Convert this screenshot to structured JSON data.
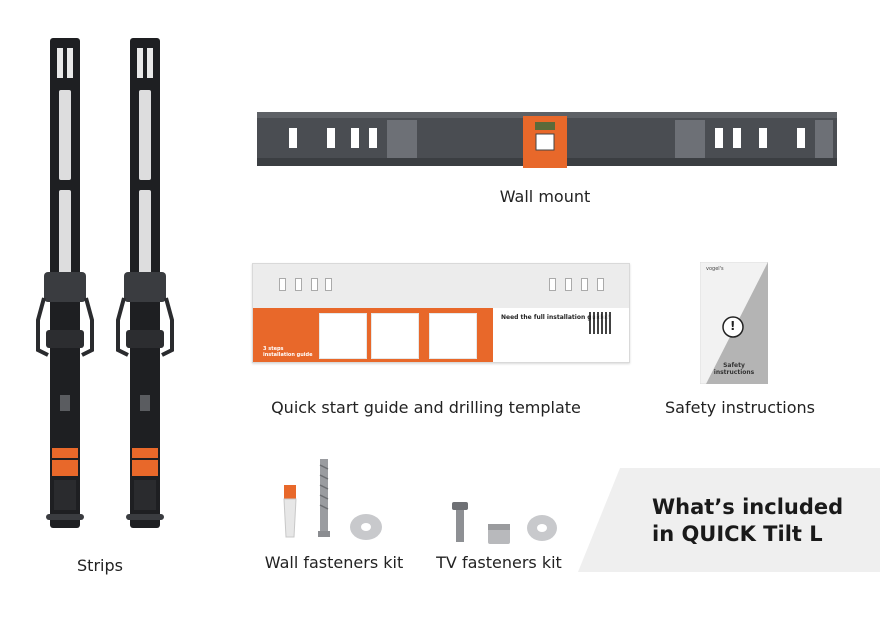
{
  "labels": {
    "strips": "Strips",
    "wall_mount": "Wall mount",
    "quick_start": "Quick start guide and drilling template",
    "safety": "Safety instructions",
    "wall_fasteners": "Wall fasteners kit",
    "tv_fasteners": "TV fasteners kit"
  },
  "included": {
    "line1": "What’s included",
    "line2": "in QUICK Tilt L"
  },
  "guide": {
    "caption_line1": "3 steps",
    "caption_line2": "installation guide",
    "heading": "Need the full installation guide?"
  },
  "booklet": {
    "brand": "vogel's",
    "title_line1": "Safety",
    "title_line2": "instructions",
    "mark": "!"
  },
  "colors": {
    "accent_orange": "#e8682a",
    "metal_dark": "#4a4d52",
    "strip_black": "#1e1f22",
    "banner_gray": "#efefef"
  }
}
